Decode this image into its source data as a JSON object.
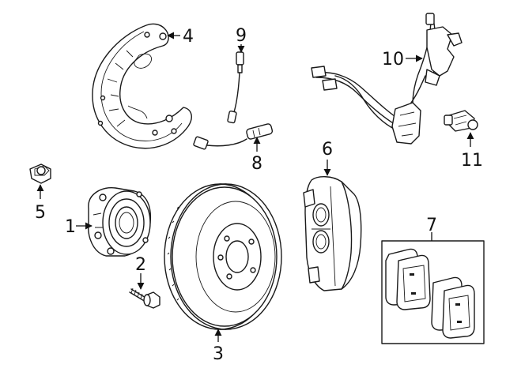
{
  "callouts": [
    {
      "id": "hub",
      "label": "1"
    },
    {
      "id": "bolt",
      "label": "2"
    },
    {
      "id": "rotor",
      "label": "3"
    },
    {
      "id": "shield",
      "label": "4"
    },
    {
      "id": "nut",
      "label": "5"
    },
    {
      "id": "caliper",
      "label": "6"
    },
    {
      "id": "pads",
      "label": "7"
    },
    {
      "id": "sensor-wire",
      "label": "8"
    },
    {
      "id": "wear-sensor",
      "label": "9"
    },
    {
      "id": "harness",
      "label": "10"
    },
    {
      "id": "abs-sensor",
      "label": "11"
    }
  ]
}
